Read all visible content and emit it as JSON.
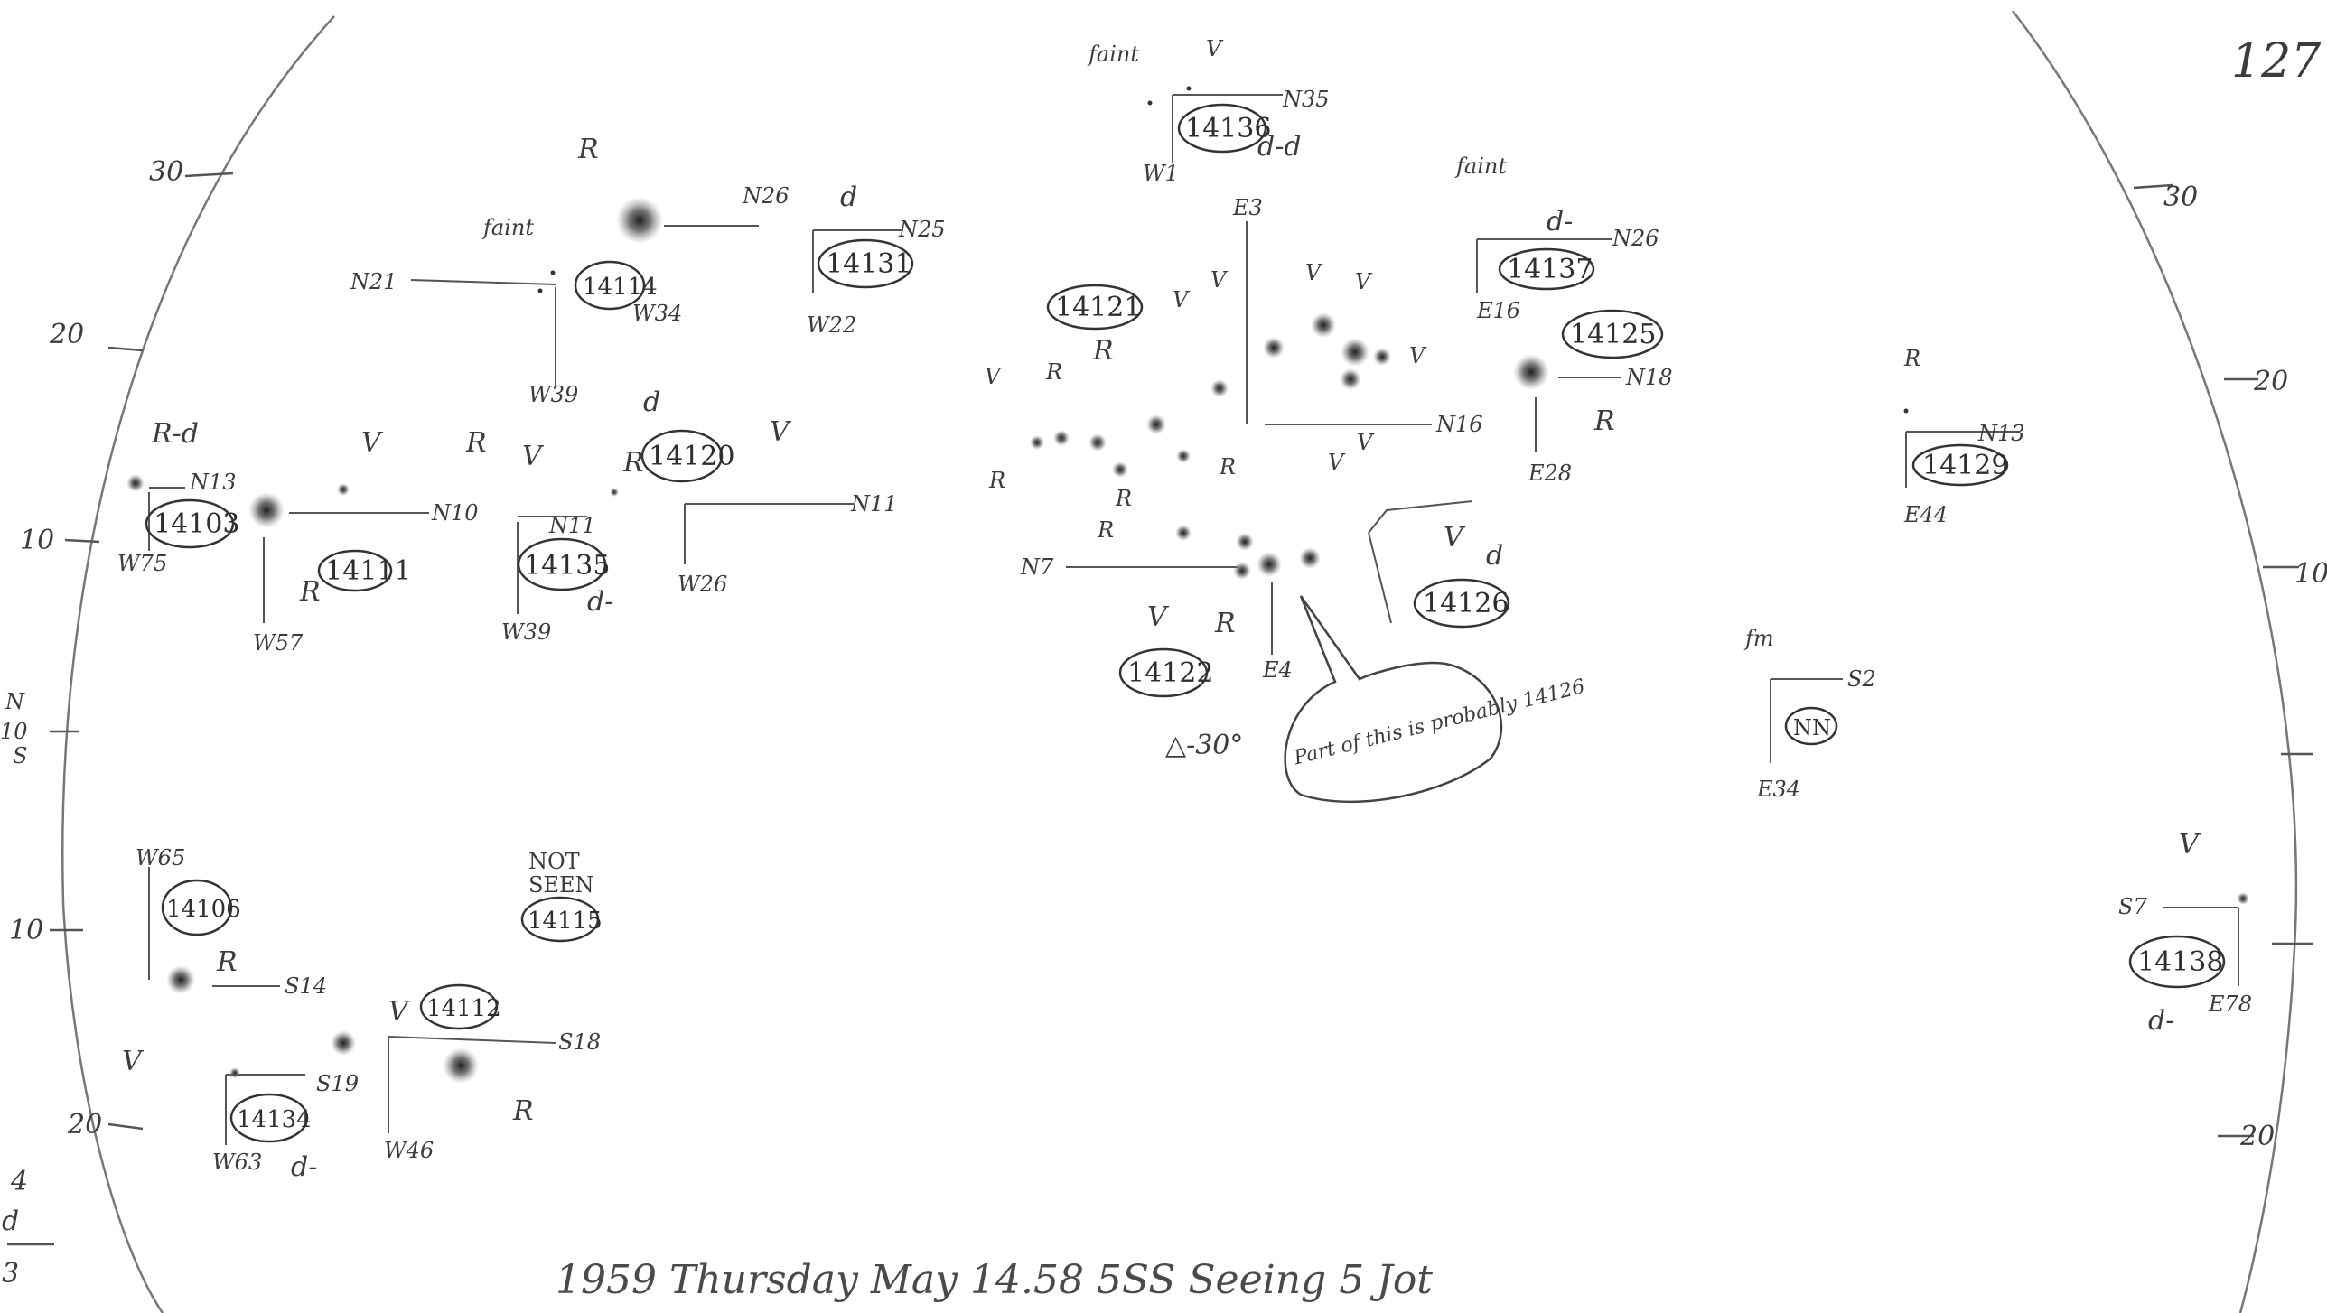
{
  "page_number": "127",
  "footer": "1959 Thursday May 14.58 5SS Seeing 5 Jot",
  "note": "Part of this is probably 14126",
  "not_seen_label": [
    "NOT",
    "SEEN"
  ],
  "triangle_label": "△-30°",
  "left_scale": {
    "t30": "30",
    "t20a": "20",
    "t10a": "10",
    "n10s": [
      "N",
      "10",
      "S"
    ],
    "t10b": "10",
    "t20b": "20",
    "corner_top": "4",
    "corner_mid": "d",
    "corner_bot": "3"
  },
  "right_scale": {
    "t30": "30",
    "t20a": "20",
    "t10": "10",
    "t20b": "20"
  },
  "groups": {
    "g14136": {
      "id": "14136",
      "cls": "d-d",
      "faint": "faint",
      "v": "V",
      "ns": "N35",
      "ew": "W1"
    },
    "g14114": {
      "id": "14114",
      "r": "R",
      "faint": "faint",
      "ns": "N21",
      "ew": "W34",
      "w39": "W39"
    },
    "g14131": {
      "id": "14131",
      "cls": "d",
      "ns": "N25",
      "n26": "N26",
      "ew": "W22"
    },
    "g14137": {
      "id": "14137",
      "cls": "d-",
      "faint": "faint",
      "ns": "N26",
      "ew": "E16"
    },
    "g14125": {
      "id": "14125",
      "ns": "N18",
      "ew": "E28",
      "r": "R"
    },
    "g14121": {
      "id": "14121",
      "r": "R",
      "e3": "E3",
      "n16": "N16"
    },
    "g14129": {
      "id": "14129",
      "r": "R",
      "ns": "N13",
      "ew": "E44"
    },
    "g14103": {
      "id": "14103",
      "cls": "R-d",
      "ns": "N13",
      "ew": "W75"
    },
    "g14111": {
      "id": "14111",
      "n10": "N10",
      "w57": "W57",
      "r": "R",
      "v": "V"
    },
    "g14135": {
      "id": "14135",
      "cls": "d-",
      "ns": "N11",
      "ew": "W39",
      "r": "R",
      "v": "V"
    },
    "g14120": {
      "id": "14120",
      "cls": "d",
      "ns": "N11",
      "ew": "W26",
      "r": "R",
      "v": "V"
    },
    "g14122": {
      "id": "14122",
      "n7": "N7",
      "e4": "E4",
      "v": "V",
      "r": "R"
    },
    "g14126": {
      "id": "14126",
      "cls": "d",
      "v": "V"
    },
    "gNN": {
      "id": "NN",
      "faint": "fm",
      "ns": "S2",
      "ew": "E34"
    },
    "g14106": {
      "id": "14106",
      "ew": "W65",
      "ns": "S14",
      "r": "R",
      "v": "V"
    },
    "g14115": {
      "id": "14115"
    },
    "g14112": {
      "id": "14112",
      "v": "V",
      "ns": "S18",
      "ew": "W46",
      "r": "R"
    },
    "g14134": {
      "id": "14134",
      "cls": "d-",
      "ns": "S19",
      "ew": "W63"
    },
    "g14138": {
      "id": "14138",
      "cls": "d-",
      "v": "V",
      "ns": "S7",
      "ew": "E78"
    }
  }
}
